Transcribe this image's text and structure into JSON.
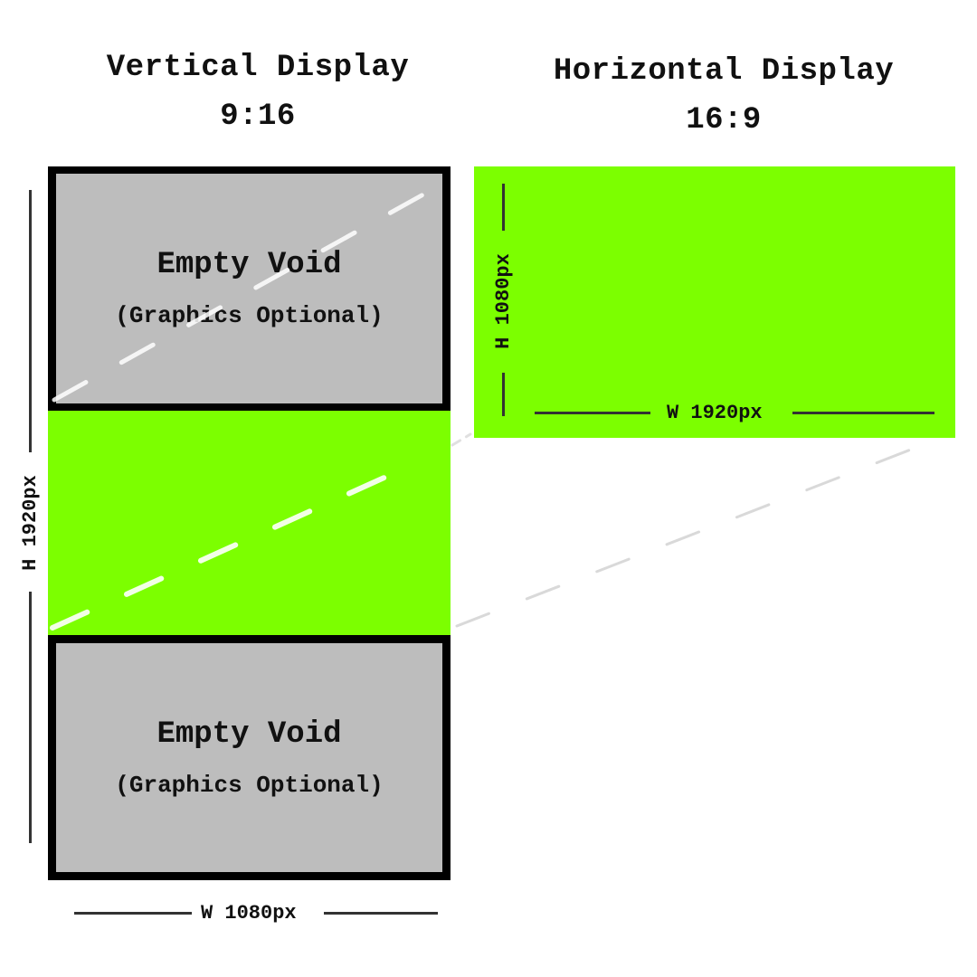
{
  "vertical": {
    "title": "Vertical Display",
    "ratio": "9:16",
    "top_void": {
      "title": "Empty Void",
      "subtitle": "(Graphics Optional)"
    },
    "bottom_void": {
      "title": "Empty Void",
      "subtitle": "(Graphics Optional)"
    },
    "height_label": "H 1920px",
    "width_label": "W 1080px"
  },
  "horizontal": {
    "title": "Horizontal Display",
    "ratio": "16:9",
    "height_label": "H 1080px",
    "width_label": "W 1920px"
  },
  "colors": {
    "screen_green": "#7cff00",
    "void_gray": "#bdbdbd",
    "frame": "#000000"
  }
}
